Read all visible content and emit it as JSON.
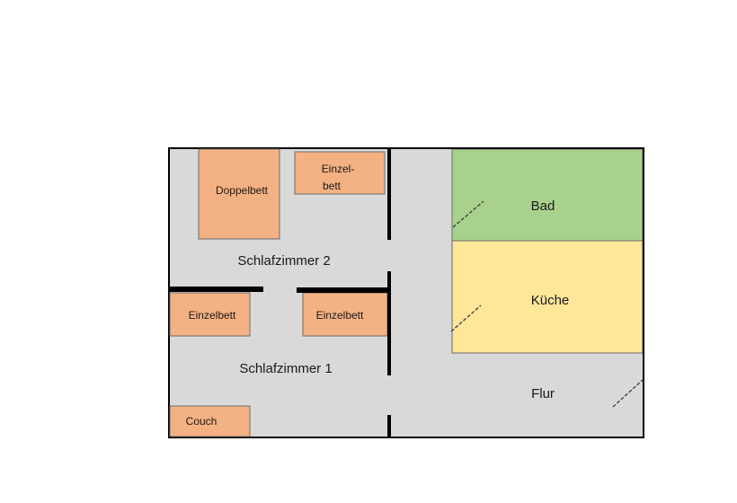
{
  "colors": {
    "floor": "#d9d9d9",
    "furniture": "#f4b183",
    "bathroom": "#a9d18e",
    "kitchen": "#ffe699",
    "wall": "#000000"
  },
  "rooms": {
    "bedroom2": "Schlafzimmer 2",
    "bedroom1": "Schlafzimmer 1",
    "bathroom": "Bad",
    "kitchen": "Küche",
    "hallway": "Flur"
  },
  "furniture": {
    "double_bed": "Doppelbett",
    "single_bed_top_line1": "Einzel-",
    "single_bed_top_line2": "bett",
    "single_bed_left": "Einzelbett",
    "single_bed_right": "Einzelbett",
    "couch": "Couch"
  },
  "icons": {
    "door": "door-swing-icon"
  }
}
